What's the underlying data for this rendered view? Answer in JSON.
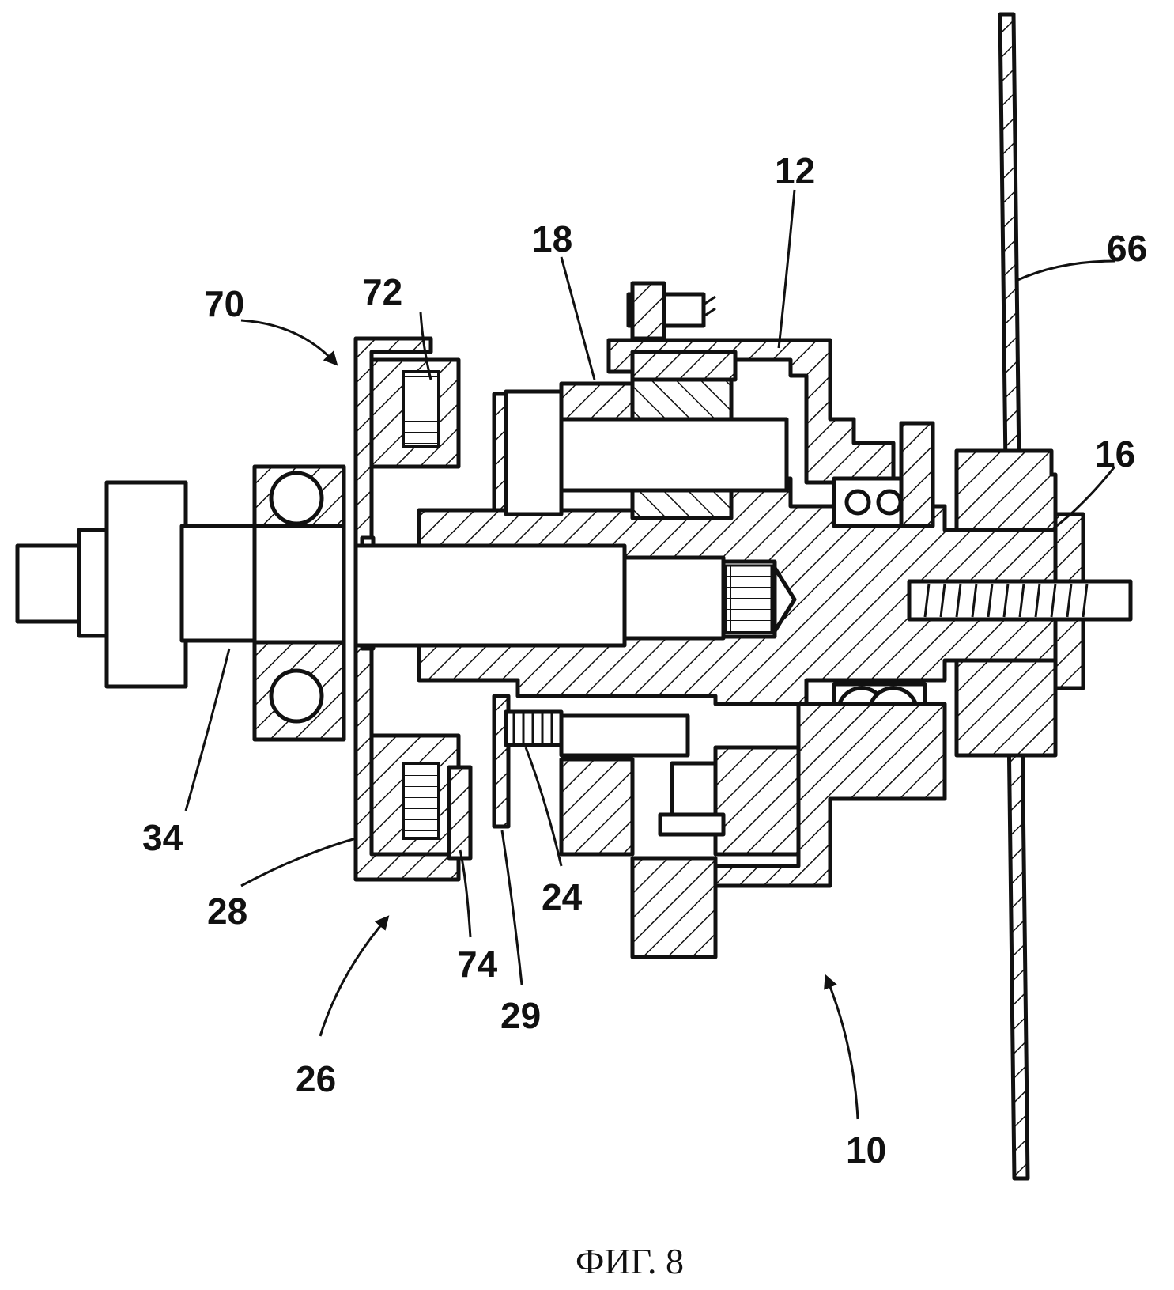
{
  "figure": {
    "caption": "ФИГ. 8",
    "reference_labels": {
      "r70": "70",
      "r72": "72",
      "r18": "18",
      "r12": "12",
      "r66": "66",
      "r16": "16",
      "r34": "34",
      "r28": "28",
      "r26": "26",
      "r74": "74",
      "r29": "29",
      "r24": "24",
      "r10": "10"
    }
  }
}
